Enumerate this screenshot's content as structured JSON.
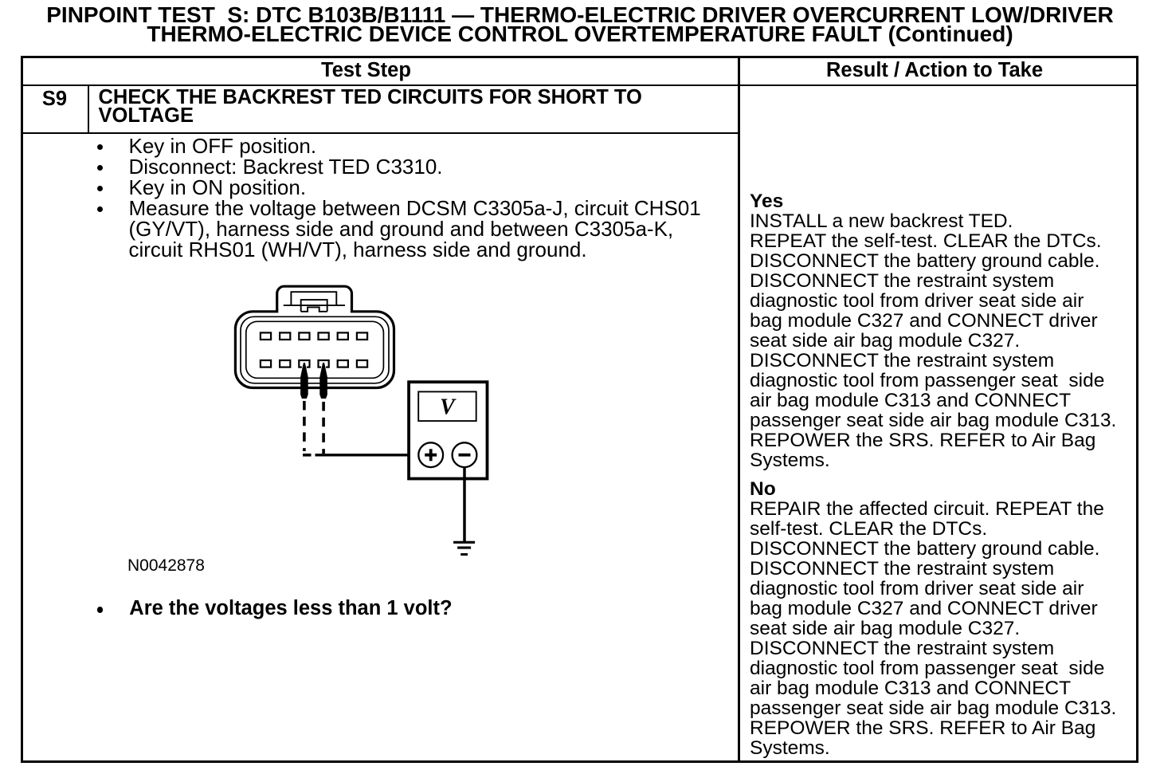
{
  "document": {
    "type": "service-manual pinpoint test table",
    "title_line1": "PINPOINT TEST  S: DTC B103B/B1111 — THERMO-ELECTRIC DRIVER OVERCURRENT LOW/DRIVER",
    "title_line2": "THERMO-ELECTRIC DEVICE CONTROL OVERTEMPERATURE FAULT (Continued)"
  },
  "table": {
    "header": {
      "test_step": "Test Step",
      "result_action": "Result / Action to Take"
    },
    "test_step": {
      "step_id": "S9",
      "heading_line1": "CHECK THE BACKREST TED CIRCUITS FOR SHORT TO",
      "heading_line2": "VOLTAGE",
      "bullets": [
        {
          "lines": [
            "Key in OFF position."
          ]
        },
        {
          "lines": [
            "Disconnect: Backrest TED C3310."
          ]
        },
        {
          "lines": [
            "Key in ON position."
          ]
        },
        {
          "lines": [
            "Measure the voltage between DCSM C3305a-J, circuit CHS01",
            "(GY/VT), harness side and ground and between C3305a-K,",
            "circuit RHS01 (WH/VT), harness side and ground."
          ]
        }
      ],
      "bullet_lines_joined": "Key in OFF position.\nDisconnect: Backrest TED C3310.\nKey in ON position.\nMeasure the voltage between DCSM C3305a-J, circuit CHS01\n(GY/VT), harness side and ground and between C3305a-K,\ncircuit RHS01 (WH/VT), harness side and ground.",
      "figure_label": "N0042878",
      "question": "Are the voltages less than 1 volt?"
    },
    "result_action": {
      "yes_label": "Yes",
      "yes_lines_joined": "INSTALL a new backrest TED.\nREPEAT the self-test. CLEAR the DTCs.\nDISCONNECT the battery ground cable.\nDISCONNECT the restraint system\ndiagnostic tool from driver seat side air\nbag module C327 and CONNECT driver\nseat side air bag module C327.\nDISCONNECT the restraint system\ndiagnostic tool from passenger seat  side\nair bag module C313 and CONNECT\npassenger seat side air bag module C313.\nREPOWER the SRS. REFER to Air Bag\nSystems.",
      "no_label": "No",
      "no_lines_joined": "REPAIR the affected circuit. REPEAT the\nself-test. CLEAR the DTCs.\nDISCONNECT the battery ground cable.\nDISCONNECT the restraint system\ndiagnostic tool from driver seat side air\nbag module C327 and CONNECT driver\nseat side air bag module C327.\nDISCONNECT the restraint system\ndiagnostic tool from passenger seat  side\nair bag module C313 and CONNECT\npassenger seat side air bag module C313.\nREPOWER the SRS. REFER to Air Bag\nSystems."
    }
  },
  "diagram": {
    "description": "12-pin connector with voltmeter probes on two lower cavities, voltmeter reading volts, negative lead to ground",
    "meter_letter": "V",
    "positive_terminal": "+",
    "negative_terminal": "−"
  },
  "colors": {
    "ink": "#000000",
    "paper": "#ffffff"
  }
}
